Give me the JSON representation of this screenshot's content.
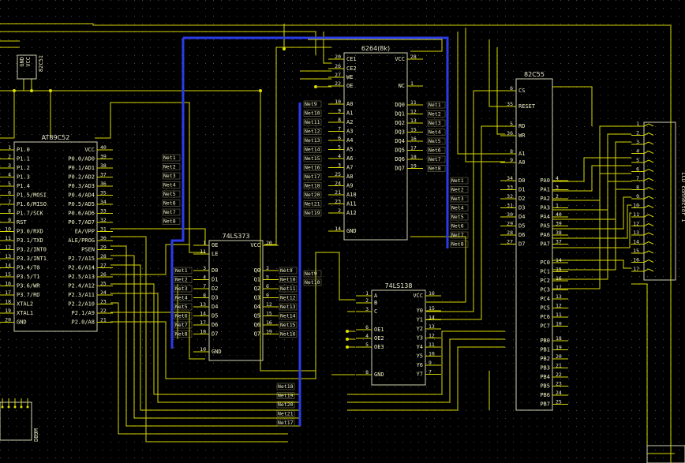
{
  "colors": {
    "background": "#000000",
    "wire": "#d8d800",
    "bus": "#2c3ce8",
    "text": "#f0f0c8",
    "outline": "#d0d0b0"
  },
  "at89c52": {
    "title": "AT89C52",
    "left": [
      "P1.0",
      "P1.1",
      "P1.2",
      "P1.3",
      "P1.4",
      "P1.5/MOSI",
      "P1.6/MISO",
      "P1.7/SCK",
      "RST",
      "P3.0/RXD",
      "P3.1/TXD",
      "P3.2/INT0",
      "P3.3/INT1",
      "P3.4/T0",
      "P3.5/T1",
      "P3.6/WR",
      "P3.7/RD",
      "XTAL2",
      "XTAL1",
      "GND"
    ],
    "right": [
      "VCC",
      "P0.0/AD0",
      "P0.1/AD1",
      "P0.2/AD2",
      "P0.3/AD3",
      "P0.4/AD4",
      "P0.5/AD5",
      "P0.6/AD6",
      "P0.7/AD7",
      "EA/VPP",
      "ALE/PROG",
      "PSEN",
      "P2.7/A15",
      "P2.6/A14",
      "P2.5/A13",
      "P2.4/A12",
      "P2.3/A11",
      "P2.2/A10",
      "P2.1/A9",
      "P2.0/A8"
    ],
    "right_nums": [
      "40",
      "39",
      "38",
      "37",
      "36",
      "35",
      "34",
      "33",
      "32",
      "31",
      "30",
      "29",
      "28",
      "27",
      "26",
      "25",
      "24",
      "23",
      "22",
      "21"
    ],
    "left_nums": [
      "1",
      "2",
      "3",
      "4",
      "5",
      "6",
      "7",
      "8",
      "9",
      "10",
      "11",
      "12",
      "13",
      "14",
      "15",
      "16",
      "17",
      "18",
      "19",
      "20"
    ]
  },
  "ram6264": {
    "title": "6264(8k)",
    "left": [
      "CE1",
      "CE2",
      "WE",
      "OE",
      "A0",
      "A1",
      "A2",
      "A3",
      "A4",
      "A5",
      "A6",
      "A7",
      "A8",
      "A9",
      "A10",
      "A11",
      "A12",
      "GND"
    ],
    "left_nums": [
      "20",
      "26",
      "27",
      "22",
      "10",
      "9",
      "8",
      "7",
      "6",
      "5",
      "4",
      "3",
      "25",
      "24",
      "21",
      "23",
      "2",
      "14"
    ],
    "right": [
      "VCC",
      "NC",
      "DQ0",
      "DQ1",
      "DQ2",
      "DQ3",
      "DQ4",
      "DQ5",
      "DQ6",
      "DQ7"
    ],
    "right_nums": [
      "28",
      "1",
      "11",
      "12",
      "13",
      "15",
      "16",
      "17",
      "18",
      "19"
    ]
  },
  "latch": {
    "title": "74LS373",
    "left": [
      "OE",
      "LE",
      "D0",
      "D1",
      "D2",
      "D3",
      "D4",
      "D5",
      "D6",
      "D7",
      "GND"
    ],
    "left_nums": [
      "1",
      "11",
      "3",
      "4",
      "7",
      "8",
      "13",
      "14",
      "17",
      "18",
      "10"
    ],
    "right": [
      "VCC",
      "Q0",
      "Q1",
      "Q2",
      "Q3",
      "Q4",
      "Q5",
      "Q6",
      "Q7"
    ],
    "right_nums": [
      "20",
      "2",
      "5",
      "6",
      "9",
      "12",
      "15",
      "16",
      "19"
    ]
  },
  "decoder": {
    "title": "74LS138",
    "left": [
      "A",
      "B",
      "C",
      "OE1",
      "OE2",
      "OE3",
      "GND"
    ],
    "left_nums": [
      "1",
      "2",
      "3",
      "6",
      "4",
      "5",
      "8"
    ],
    "right": [
      "VCC",
      "Y0",
      "Y1",
      "Y2",
      "Y3",
      "Y4",
      "Y5",
      "Y6",
      "Y7"
    ],
    "right_nums": [
      "16",
      "15",
      "14",
      "13",
      "12",
      "11",
      "10",
      "9",
      "7"
    ]
  },
  "ppi": {
    "title": "82C55",
    "left": [
      "CS",
      "RESET",
      "RD",
      "WR",
      "A1",
      "A0",
      "D0",
      "D1",
      "D2",
      "D3",
      "D4",
      "D5",
      "D6",
      "D7"
    ],
    "left_nums": [
      "6",
      "35",
      "5",
      "36",
      "8",
      "9",
      "34",
      "33",
      "32",
      "31",
      "30",
      "29",
      "28",
      "27"
    ],
    "right": [
      "PA0",
      "PA1",
      "PA2",
      "PA3",
      "PA4",
      "PA5",
      "PA6",
      "PA7",
      "PC0",
      "PC1",
      "PC2",
      "PC3",
      "PC4",
      "PC5",
      "PC6",
      "PC7",
      "PB0",
      "PB1",
      "PB2",
      "PB3",
      "PB4",
      "PB5",
      "PB6",
      "PB7"
    ],
    "right_nums": [
      "4",
      "3",
      "2",
      "1",
      "40",
      "39",
      "38",
      "37",
      "14",
      "15",
      "16",
      "17",
      "13",
      "12",
      "11",
      "10",
      "18",
      "19",
      "20",
      "21",
      "22",
      "23",
      "24",
      "25"
    ]
  },
  "cap": {
    "label": "82C51",
    "pins": [
      "GND",
      "VCC"
    ]
  },
  "lcd": {
    "label": "LCD connector 1",
    "pins": [
      "1",
      "2",
      "3",
      "4",
      "5",
      "6",
      "7",
      "8",
      "9",
      "10",
      "11",
      "12",
      "13",
      "14",
      "15",
      "16",
      "17"
    ]
  },
  "db9": {
    "label": "DB9M"
  },
  "nets": {
    "mcu_p0": [
      "Net1",
      "Net2",
      "Net3",
      "Net4",
      "Net5",
      "Net6",
      "Net7",
      "Net8"
    ],
    "latch_in": [
      "Net1",
      "Net2",
      "Net3",
      "Net4",
      "Net5",
      "Net6",
      "Net7",
      "Net8"
    ],
    "latch_out": [
      "Net9",
      "Net10",
      "Net11",
      "Net12",
      "Net13",
      "Net14",
      "Net15",
      "Net16"
    ],
    "ram_addr": [
      "Net9",
      "Net10",
      "Net11",
      "Net12",
      "Net13",
      "Net14",
      "Net15",
      "Net16",
      "Net17",
      "Net18",
      "Net20",
      "Net21",
      "Net19"
    ],
    "ram_data": [
      "Net1",
      "Net2",
      "Net3",
      "Net4",
      "Net5",
      "Net6",
      "Net7",
      "Net8"
    ],
    "ppi_data": [
      "Net1",
      "Net2",
      "Net3",
      "Net4",
      "Net5",
      "Net6",
      "Net7",
      "Net8"
    ],
    "dec_in": [
      "Net9",
      "Net10"
    ],
    "bottom": [
      "Net18",
      "Net19",
      "Net20",
      "Net21",
      "Net17"
    ]
  }
}
